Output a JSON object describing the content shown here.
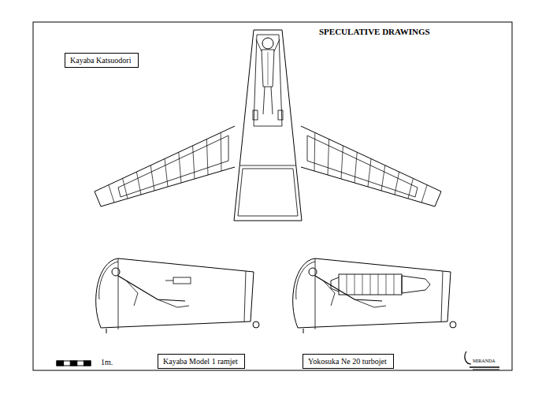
{
  "diagram": {
    "title": "SPECULATIVE DRAWINGS",
    "nodes": [
      {
        "text": [
          "Kayaba Katsuodori"
        ]
      },
      {
        "text": [
          "Kayaba Model 1 ramjet"
        ]
      },
      {
        "text": [
          "Yokosuka Ne 20 turbojet"
        ]
      }
    ],
    "labels": [
      "1m.",
      "MIRANDA"
    ]
  }
}
